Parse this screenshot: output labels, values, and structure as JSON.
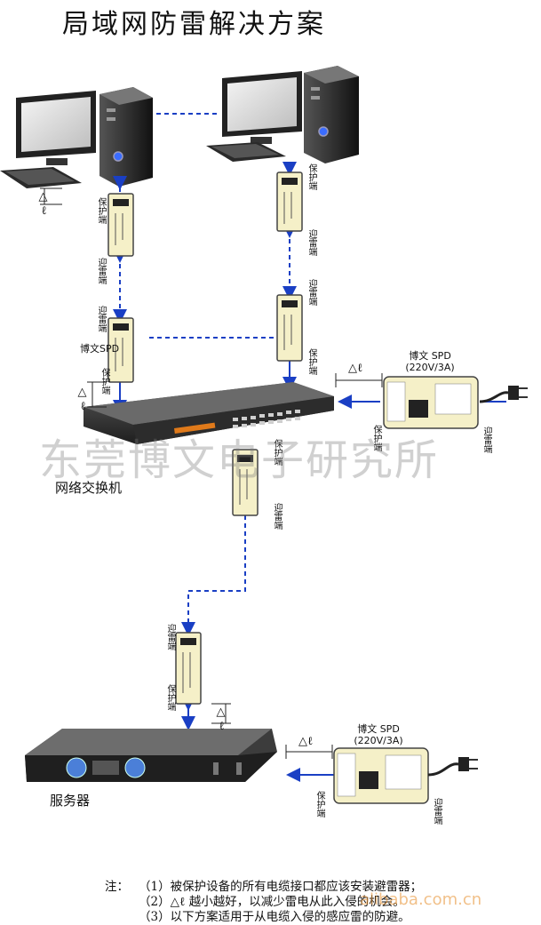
{
  "title": "局域网防雷解决方案",
  "watermark": "东莞博文电子研究所",
  "alibaba_watermark": "alibaba.com.cn",
  "labels": {
    "protect_end": "保护端",
    "lightning_end": "迎雷端",
    "bowen_spd": "博文SPD",
    "delta_l": "△ℓ"
  },
  "devices": {
    "switch": "网络交换机",
    "server": "服务器"
  },
  "power_spd": {
    "name": "博文 SPD",
    "rating": "(220V/3A)"
  },
  "notes": {
    "prefix": "注：",
    "items": [
      "（1）被保护设备的所有电缆接口都应该安装避雷器；",
      "（2）△ℓ 越小越好，以减少雷电从此入侵的机会。",
      "（3）以下方案适用于从电缆入侵的感应雷的防避。"
    ]
  },
  "colors": {
    "link": "#1a3fc4",
    "spd_body": "#f5f0c8",
    "switch_body": "#3a3a3a",
    "accent": "#e07a1a"
  }
}
